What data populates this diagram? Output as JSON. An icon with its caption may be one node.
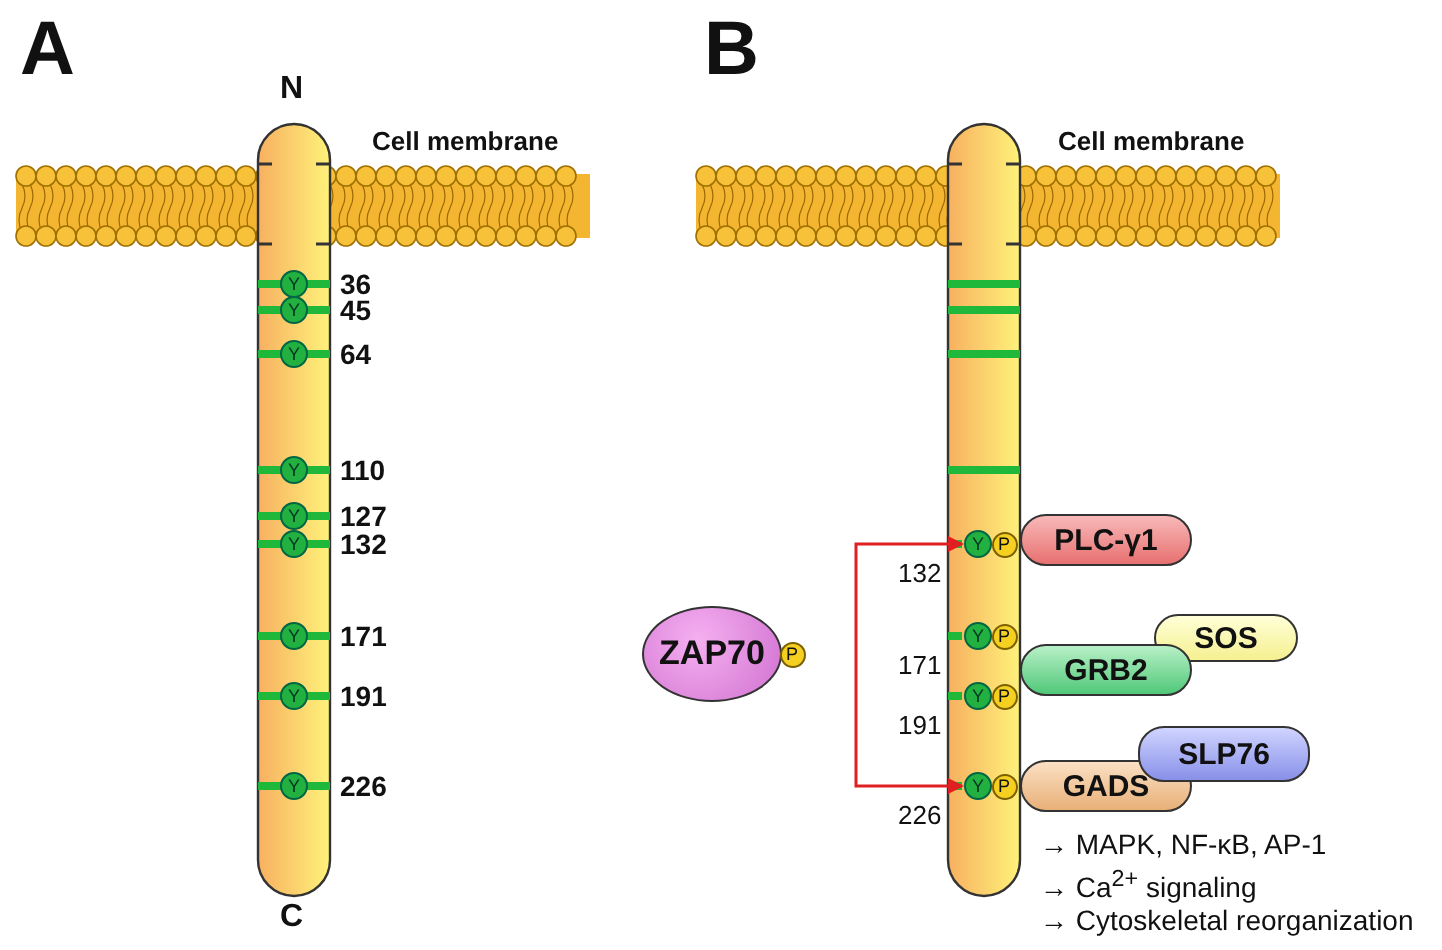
{
  "diagram": {
    "nodes": [
      {
        "text": [
          "Y"
        ],
        "beside": [
          "36"
        ]
      },
      {
        "text": [
          "Y"
        ],
        "beside": [
          "45"
        ]
      },
      {
        "text": [
          "Y"
        ],
        "beside": [
          "64"
        ]
      },
      {
        "text": [
          "Y"
        ],
        "beside": [
          "110"
        ]
      },
      {
        "text": [
          "Y"
        ],
        "beside": [
          "127"
        ]
      },
      {
        "text": [
          "Y"
        ],
        "beside": [
          "132"
        ]
      },
      {
        "text": [
          "Y"
        ],
        "beside": [
          "171"
        ]
      },
      {
        "text": [
          "Y"
        ],
        "beside": [
          "191"
        ]
      },
      {
        "text": [
          "Y"
        ],
        "beside": [
          "226"
        ]
      },
      {
        "text": [
          "Y"
        ],
        "beside": [
          "132"
        ]
      },
      {
        "text": [
          "P"
        ]
      },
      {
        "text": [
          "PLC-γ1"
        ]
      },
      {
        "text": [
          "Y"
        ],
        "beside": [
          "171"
        ]
      },
      {
        "text": [
          "P"
        ]
      },
      {
        "text": [
          "SOS"
        ]
      },
      {
        "text": [
          "ZAP70"
        ]
      },
      {
        "text": [
          "P"
        ]
      },
      {
        "text": [
          "GRB2"
        ]
      },
      {
        "text": [
          "Y"
        ],
        "beside": [
          "191"
        ]
      },
      {
        "text": [
          "P"
        ]
      },
      {
        "text": [
          "SLP76"
        ]
      },
      {
        "text": [
          "Y"
        ],
        "beside": [
          "226"
        ]
      },
      {
        "text": [
          "P"
        ]
      },
      {
        "text": [
          "GADS"
        ]
      }
    ],
    "edges": [
      {
        "from": null,
        "to": 9,
        "arrow": "to"
      },
      {
        "from": null,
        "to": 21,
        "arrow": "to"
      }
    ],
    "labels": [
      "A",
      "N",
      "Cell membrane",
      "C",
      "B",
      "Cell membrane",
      "→ MAPK, NF-κB, AP-1",
      "→ Ca$^{2+}$ signaling",
      "→ Cytoskeletal reorganization"
    ]
  }
}
